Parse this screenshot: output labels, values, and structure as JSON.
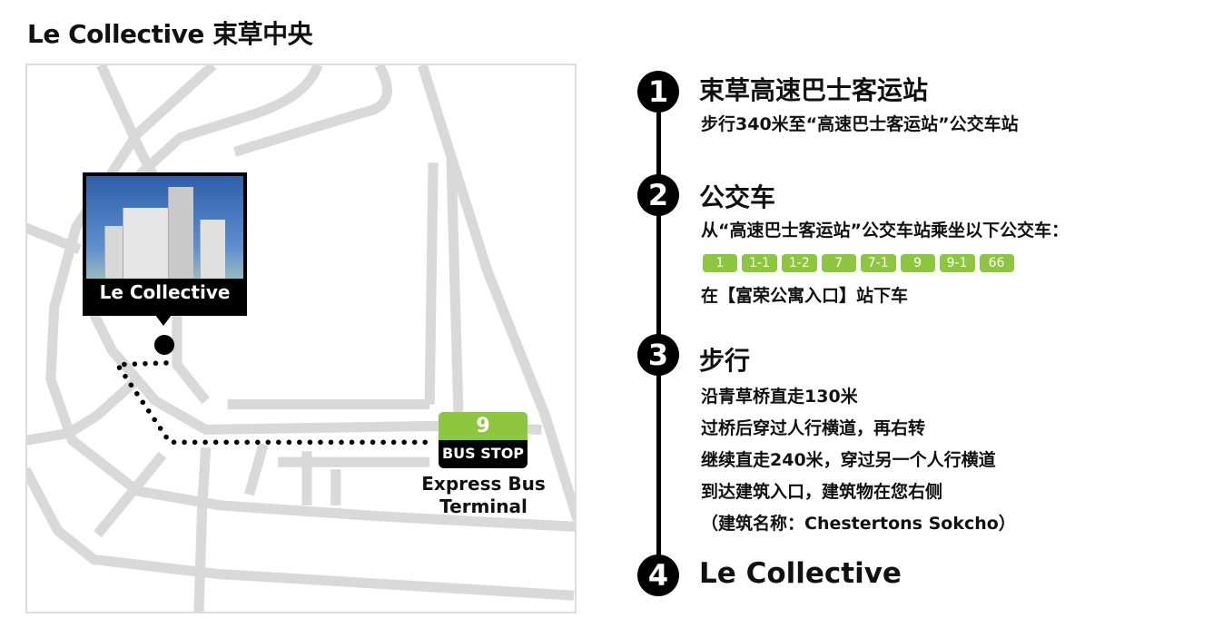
{
  "title": "Le Collective 束草中央",
  "map": {
    "building_label": "Le Collective",
    "bus_stop_number": "9",
    "bus_stop_label": "BUS STOP",
    "bus_terminal_line1": "Express Bus",
    "bus_terminal_line2": "Terminal",
    "route_color": "#000000",
    "bus_color": "#8dc63f"
  },
  "steps": [
    {
      "number": "1",
      "heading": "束草高速巴士客运站",
      "lines": [
        "步行340米至“高速巴士客运站”公交车站"
      ]
    },
    {
      "number": "2",
      "heading": "公交车",
      "lines": [
        "从“高速巴士客运站”公交车站乘坐以下公交车：",
        "在【富荣公寓入口】站下车"
      ],
      "buses": [
        "1",
        "1-1",
        "1-2",
        "7",
        "7-1",
        "9",
        "9-1",
        "66"
      ]
    },
    {
      "number": "3",
      "heading": "步行",
      "lines": [
        "沿青草桥直走130米",
        "过桥后穿过人行横道，再右转",
        "继续直走240米，穿过另一个人行横道",
        "到达建筑入口，建筑物在您右侧",
        "（建筑名称：Chestertons Sokcho）"
      ]
    },
    {
      "number": "4",
      "heading": "Le Collective"
    }
  ]
}
